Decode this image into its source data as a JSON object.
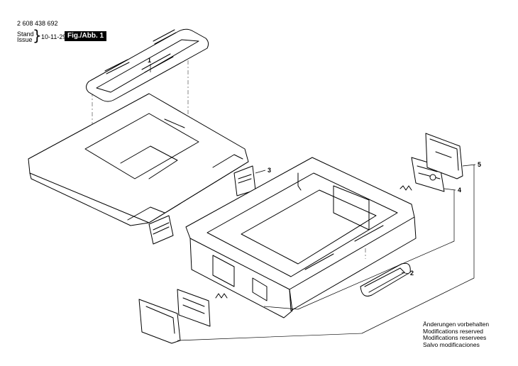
{
  "header": {
    "doc_number": "2 608 438 692",
    "stand_label": "Stand",
    "issue_label": "Issue",
    "issue_date": "10-11-29",
    "figure_label": "Fig./Abb. 1"
  },
  "callouts": [
    "1",
    "2",
    "3",
    "4",
    "5"
  ],
  "notes": [
    "Änderungen vorbehalten",
    "Modifications reserved",
    "Modifications reservees",
    "Salvo modificaciones"
  ]
}
